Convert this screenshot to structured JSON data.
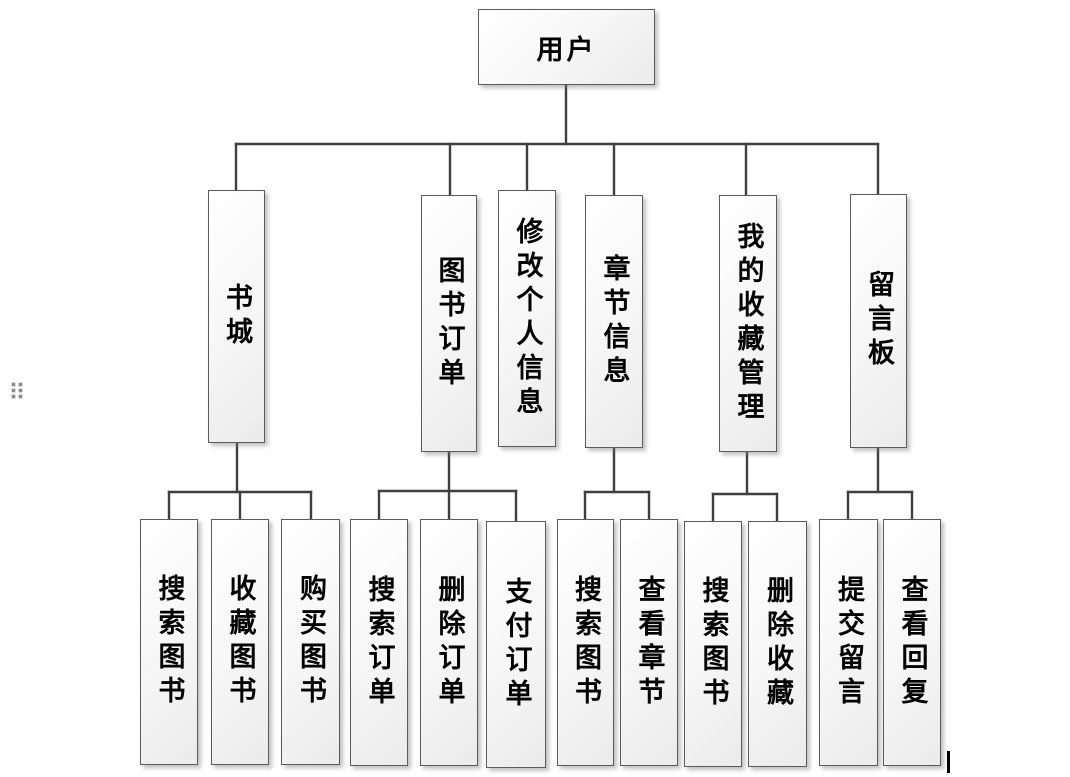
{
  "diagram": {
    "root": {
      "label": "用户"
    },
    "branches": [
      {
        "label": "书城",
        "children": [
          "搜索图书",
          "收藏图书",
          "购买图书"
        ]
      },
      {
        "label": "图书订单",
        "children": [
          "搜索订单",
          "删除订单",
          "支付订单"
        ]
      },
      {
        "label": "修改个人信息",
        "children": []
      },
      {
        "label": "章节信息",
        "children": [
          "搜索图书",
          "查看章节"
        ]
      },
      {
        "label": "我的收藏管理",
        "children": [
          "搜索图书",
          "删除收藏"
        ]
      },
      {
        "label": "留言板",
        "children": [
          "提交留言",
          "查看回复"
        ]
      }
    ],
    "colors": {
      "box_border": "#5b5b5b",
      "box_fill_top": "#ffffff",
      "box_fill_bottom": "#ebebeb",
      "connector": "#3f3f3f",
      "text": "#000000",
      "background": "#ffffff"
    }
  },
  "artifacts": {
    "object_anchor": "six-dot drag handle",
    "text_cursor": "|"
  }
}
